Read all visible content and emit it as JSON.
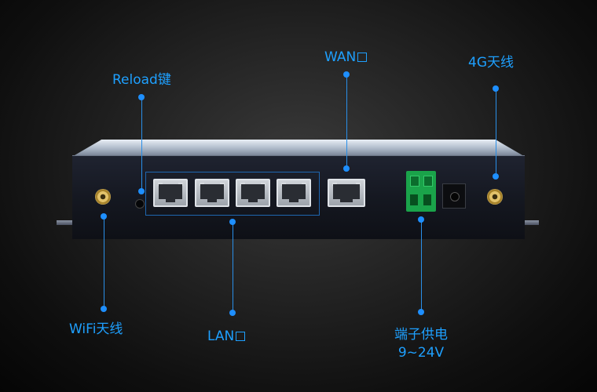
{
  "labels": {
    "wan": "WAN",
    "antenna_4g": "4G天线",
    "reload": "Reload键",
    "wifi": "WiFi天线",
    "lan": "LAN",
    "power_line1": "端子供电",
    "power_line2": "9~24V"
  },
  "colors": {
    "accent": "#1ea0ff",
    "terminal_green": "#1aa34a"
  },
  "icons": [
    "sma-antenna-connector",
    "rj45-port",
    "terminal-block",
    "dc-jack",
    "reset-pinhole"
  ]
}
